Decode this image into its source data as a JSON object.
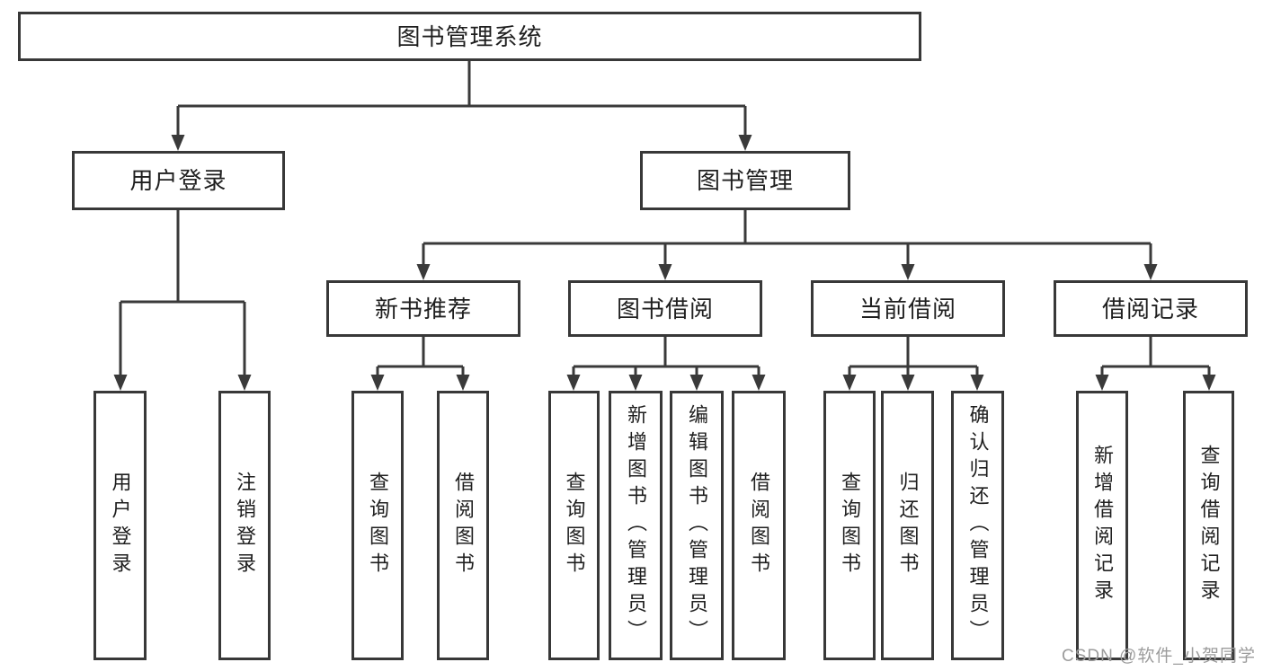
{
  "root": {
    "label": "图书管理系统"
  },
  "level2": [
    {
      "label": "用户登录"
    },
    {
      "label": "图书管理"
    }
  ],
  "level3": [
    {
      "label": "新书推荐"
    },
    {
      "label": "图书借阅"
    },
    {
      "label": "当前借阅"
    },
    {
      "label": "借阅记录"
    }
  ],
  "leaves": [
    {
      "label": "用户登录"
    },
    {
      "label": "注销登录"
    },
    {
      "label": "查询图书"
    },
    {
      "label": "借阅图书"
    },
    {
      "label": "查询图书"
    },
    {
      "label": "新增图书（管理员）"
    },
    {
      "label": "编辑图书（管理员）"
    },
    {
      "label": "借阅图书"
    },
    {
      "label": "查询图书"
    },
    {
      "label": "归还图书"
    },
    {
      "label": "确认归还（管理员）"
    },
    {
      "label": "新增借阅记录"
    },
    {
      "label": "查询借阅记录"
    }
  ],
  "watermark": "CSDN @软件_小贺同学",
  "colors": {
    "line": "#3a3a3a",
    "text": "#1f1f1f",
    "watermark_gray": "#9c9c9c",
    "background": "#ffffff"
  }
}
